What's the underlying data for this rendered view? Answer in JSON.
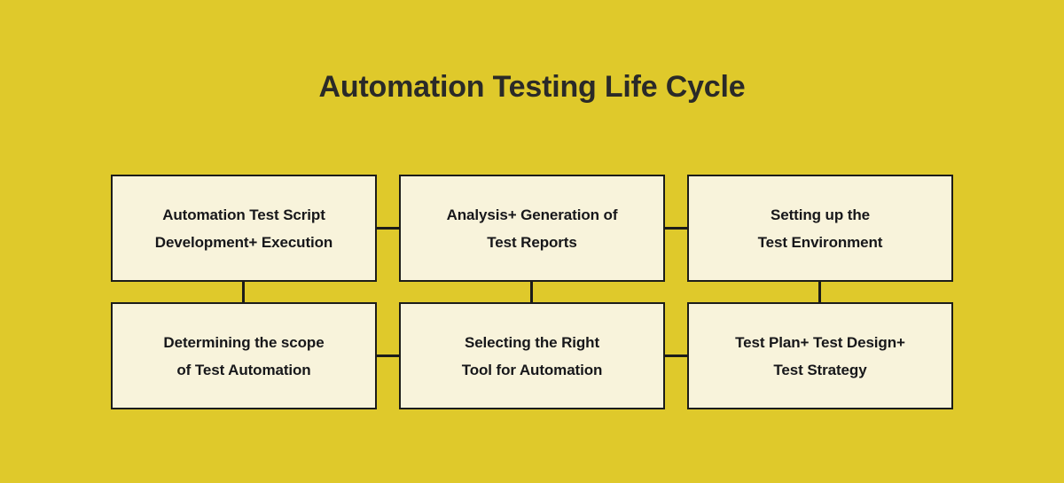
{
  "page": {
    "title": "Automation Testing Life Cycle",
    "background_color": "#dfc92b",
    "box_fill_color": "#f8f3db",
    "box_border_color": "#1c1c1a",
    "text_color": "#17171a"
  },
  "diagram": {
    "type": "flowchart-grid",
    "rows": 2,
    "columns": 3,
    "boxes": [
      {
        "id": "automation-test-script-development-execution",
        "row": 1,
        "col": 1,
        "line1": "Automation Test Script",
        "line2": "Development+ Execution",
        "text": "Automation Test Script\nDevelopment+ Execution"
      },
      {
        "id": "analysis-generation-of-test-reports",
        "row": 1,
        "col": 2,
        "line1": "Analysis+ Generation of",
        "line2": "Test Reports",
        "text": "Analysis+ Generation of\nTest Reports"
      },
      {
        "id": "setting-up-the-test-environment",
        "row": 1,
        "col": 3,
        "line1": "Setting up the",
        "line2": "Test Environment",
        "text": "Setting up the\nTest Environment"
      },
      {
        "id": "determining-the-scope-of-test-automation",
        "row": 2,
        "col": 1,
        "line1": "Determining the scope",
        "line2": "of Test Automation",
        "text": "Determining the scope\nof Test Automation"
      },
      {
        "id": "selecting-the-right-tool-for-automation",
        "row": 2,
        "col": 2,
        "line1": "Selecting the Right",
        "line2": "Tool for Automation",
        "text": "Selecting the Right\nTool for Automation"
      },
      {
        "id": "test-plan-test-design-test-strategy",
        "row": 2,
        "col": 3,
        "line1": "Test Plan+ Test Design+",
        "line2": "Test Strategy",
        "text": "Test Plan+ Test Design+\nTest Strategy"
      }
    ],
    "connectors": [
      {
        "id": "connector-row1-col1-col2",
        "orientation": "horizontal"
      },
      {
        "id": "connector-row1-col2-col3",
        "orientation": "horizontal"
      },
      {
        "id": "connector-row2-col1-col2",
        "orientation": "horizontal"
      },
      {
        "id": "connector-row2-col2-col3",
        "orientation": "horizontal"
      },
      {
        "id": "connector-col1-row1-row2",
        "orientation": "vertical"
      },
      {
        "id": "connector-col2-row1-row2",
        "orientation": "vertical"
      },
      {
        "id": "connector-col3-row1-row2",
        "orientation": "vertical"
      }
    ]
  }
}
